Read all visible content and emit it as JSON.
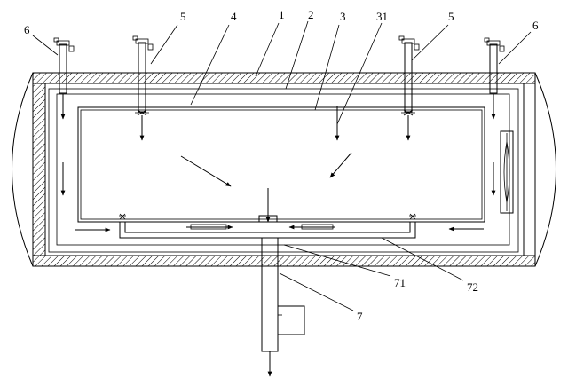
{
  "labels": {
    "l1": "1",
    "l2": "2",
    "l3": "3",
    "l31": "31",
    "l4": "4",
    "l5_left": "5",
    "l5_right": "5",
    "l6_left": "6",
    "l6_right": "6",
    "l7": "7",
    "l71": "71",
    "l72": "72"
  }
}
